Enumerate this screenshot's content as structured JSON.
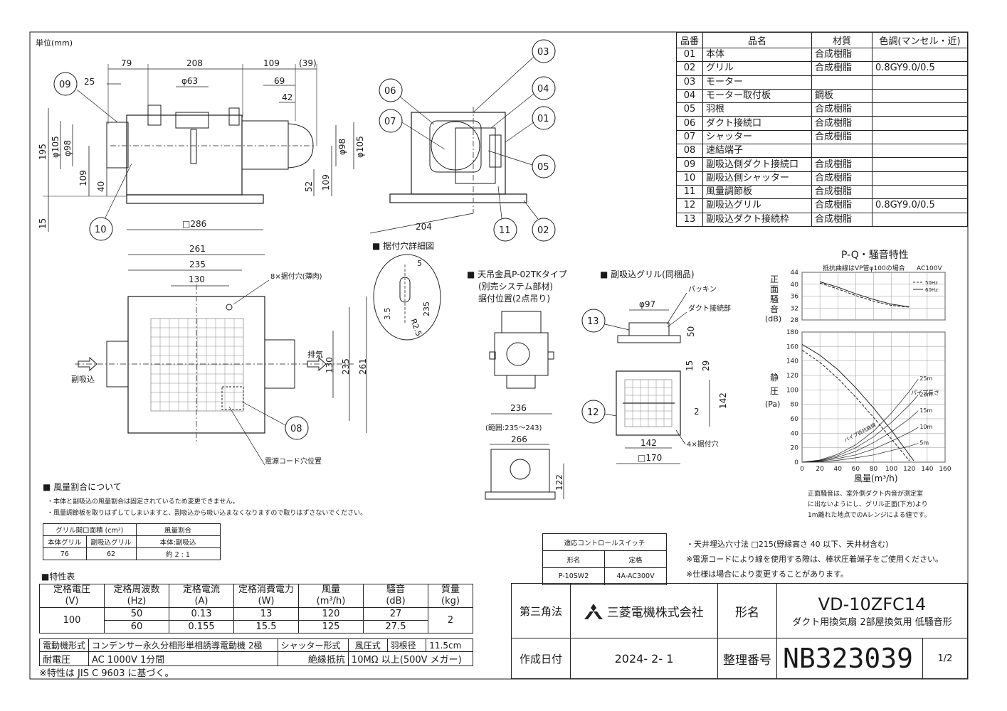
{
  "unit_label": "単位(mm)",
  "parts_table": {
    "headers": [
      "品番",
      "品名",
      "材質",
      "色調(マンセル・近)"
    ],
    "rows": [
      {
        "no": "01",
        "name": "本体",
        "material": "合成樹脂",
        "color": ""
      },
      {
        "no": "02",
        "name": "グリル",
        "material": "合成樹脂",
        "color": "0.8GY9.0/0.5"
      },
      {
        "no": "03",
        "name": "モーター",
        "material": "",
        "color": ""
      },
      {
        "no": "04",
        "name": "モーター取付板",
        "material": "鋼板",
        "color": ""
      },
      {
        "no": "05",
        "name": "羽根",
        "material": "合成樹脂",
        "color": ""
      },
      {
        "no": "06",
        "name": "ダクト接続口",
        "material": "合成樹脂",
        "color": ""
      },
      {
        "no": "07",
        "name": "シャッター",
        "material": "合成樹脂",
        "color": ""
      },
      {
        "no": "08",
        "name": "速結端子",
        "material": "",
        "color": ""
      },
      {
        "no": "09",
        "name": "副吸込側ダクト接続口",
        "material": "合成樹脂",
        "color": ""
      },
      {
        "no": "10",
        "name": "副吸込側シャッター",
        "material": "合成樹脂",
        "color": ""
      },
      {
        "no": "11",
        "name": "風量調節板",
        "material": "合成樹脂",
        "color": ""
      },
      {
        "no": "12",
        "name": "副吸込グリル",
        "material": "合成樹脂",
        "color": "0.8GY9.0/0.5"
      },
      {
        "no": "13",
        "name": "副吸込ダクト接続枠",
        "material": "合成樹脂",
        "color": ""
      }
    ]
  },
  "front_view": {
    "dims": {
      "d79": "79",
      "d208": "208",
      "d109": "109",
      "d39": "(39)",
      "d25": "25",
      "d63": "φ63",
      "d69": "69",
      "d42": "42",
      "d105l": "φ105",
      "d98l": "φ98",
      "d195": "195",
      "d109l": "109",
      "d40": "40",
      "d15": "15",
      "d286": "□286",
      "d98r": "φ98",
      "d105r": "φ105",
      "d52": "52",
      "d109r": "109"
    },
    "callouts": {
      "c09": "09",
      "c10": "10"
    }
  },
  "side_view": {
    "dims": {
      "d204": "204"
    },
    "callouts": {
      "c03": "03",
      "c04": "04",
      "c06": "06",
      "c07": "07",
      "c01": "01",
      "c05": "05",
      "c11": "11",
      "c02": "02"
    }
  },
  "bottom_view": {
    "dims": {
      "d261": "261",
      "d235": "235",
      "d130": "130",
      "d130v": "130",
      "d235v": "235",
      "d261v": "261"
    },
    "mount_holes": "8×据付穴(薄肉)",
    "exhaust": "排気",
    "sub_intake": "副吸込",
    "callout_08": "08",
    "cord_hole": "電源コード穴位置"
  },
  "hole_detail": {
    "title": "■ 据付穴詳細図",
    "dims": {
      "d5": "5",
      "d35": "3.5",
      "d235": "235",
      "r25": "R2.5"
    }
  },
  "hanger": {
    "title1": "■ 天吊金具P-02TKタイプ",
    "title2": "(別売システム部材)",
    "title3": "据付位置(2点吊り)",
    "d236": "236",
    "range": "(範囲:235～243)",
    "d266": "266",
    "d122": "122"
  },
  "sub_grille": {
    "title": "■ 副吸込グリル(同梱品)",
    "packing": "パッキン",
    "duct_part": "ダクト接続部",
    "d97": "φ97",
    "d50": "50",
    "d15": "15",
    "d29": "29",
    "d142v": "142",
    "d2": "2",
    "d142": "142",
    "d170": "□170",
    "holes": "4×据付穴",
    "c13": "13",
    "c12": "12"
  },
  "pq_chart": {
    "title": "P-Q・騒音特性",
    "note_top": "抵抗曲線はVP管φ100の場合",
    "ac": "AC100V",
    "legend_50": "50Hz",
    "legend_60": "60Hz",
    "noise_label": [
      "正",
      "面",
      "騒",
      "音"
    ],
    "noise_unit": "(dB)",
    "pressure_label": [
      "静",
      "圧"
    ],
    "pressure_unit": "(Pa)",
    "pipe_length": "パイプ長さ",
    "resistance_curve": "パイプ抵抗曲線",
    "xlabel": "風量(m³/h)",
    "notes": [
      "正面騒音は、室外側ダクト内音が測定室",
      "に出ないようにし、グリル正面(下方)より",
      "1m離れた地点でのAレンジによる値です。"
    ]
  },
  "chart_data": {
    "type": "line",
    "title": "P-Q・騒音特性",
    "xlabel": "風量(m³/h)",
    "xlim": [
      0,
      160
    ],
    "x_ticks": [
      "0",
      "20",
      "40",
      "60",
      "80",
      "100",
      "120",
      "140",
      "160"
    ],
    "pressure": {
      "ylabel": "静圧(Pa)",
      "ylim": [
        0,
        180
      ],
      "y_ticks": [
        "0",
        "20",
        "40",
        "60",
        "80",
        "100",
        "120",
        "140",
        "160",
        "180"
      ],
      "series": [
        {
          "name": "50Hz",
          "x": [
            0,
            20,
            40,
            60,
            80,
            100,
            120
          ],
          "y": [
            155,
            138,
            116,
            90,
            62,
            32,
            2
          ]
        },
        {
          "name": "60Hz",
          "x": [
            0,
            20,
            40,
            60,
            80,
            100,
            125
          ],
          "y": [
            163,
            148,
            128,
            103,
            75,
            44,
            2
          ]
        }
      ],
      "pipe_curves": {
        "labels": [
          "25m",
          "20m",
          "15m",
          "10m",
          "5m"
        ],
        "x": [
          0,
          20,
          40,
          60,
          80,
          100,
          120,
          130
        ],
        "y": [
          [
            0,
            3,
            11,
            24,
            43,
            68,
            98,
            115
          ],
          [
            0,
            2.4,
            9,
            20,
            35,
            55,
            79,
            93
          ],
          [
            0,
            1.8,
            7,
            15,
            27,
            42,
            60,
            71
          ],
          [
            0,
            1.2,
            5,
            10,
            18,
            29,
            41,
            48
          ],
          [
            0,
            0.6,
            2.6,
            6,
            10,
            16,
            22,
            26
          ]
        ]
      }
    },
    "noise": {
      "ylabel": "正面騒音(dB)",
      "ylim": [
        28,
        44
      ],
      "y_ticks": [
        "28",
        "32",
        "36",
        "40",
        "44"
      ],
      "series": [
        {
          "name": "50Hz",
          "x": [
            20,
            40,
            60,
            80,
            100,
            120
          ],
          "y": [
            40.4,
            38.4,
            36.2,
            34.3,
            32.9,
            32.3
          ]
        },
        {
          "name": "60Hz",
          "x": [
            20,
            40,
            60,
            80,
            100,
            120
          ],
          "y": [
            40.8,
            39.0,
            36.8,
            34.9,
            33.3,
            32.4
          ]
        }
      ]
    }
  },
  "airflow_ratio": {
    "title": "■ 風量割合について",
    "note1": "・本体と副吸込の風量割合は固定されているため変更できません。",
    "note2": "・風量調節板を取りはずしてしまいますと、副吸込から吸い込まなくなりますので取りはずさないでください。",
    "header_area": "グリル開口面積 (cm²)",
    "header_ratio": "風量割合",
    "sub_main": "本体グリル",
    "sub_sub": "副吸込グリル",
    "sub_ratio": "本体:副吸込",
    "val_main": "76",
    "val_sub": "62",
    "val_ratio": "約 2 : 1"
  },
  "spec": {
    "title": "■特性表",
    "headers": [
      [
        "定格電圧",
        "(V)"
      ],
      [
        "定格周波数",
        "(Hz)"
      ],
      [
        "定格電流",
        "(A)"
      ],
      [
        "定格消費電力",
        "(W)"
      ],
      [
        "風量",
        "(m³/h)"
      ],
      [
        "騒音",
        "(dB)"
      ],
      [
        "質量",
        "(kg)"
      ]
    ],
    "voltage": "100",
    "mass": "2",
    "rows": [
      {
        "hz": "50",
        "a": "0.13",
        "w": "13",
        "flow": "120",
        "db": "27"
      },
      {
        "hz": "60",
        "a": "0.155",
        "w": "15.5",
        "flow": "125",
        "db": "27.5"
      }
    ],
    "motor_label": "電動機形式",
    "motor_value": "コンデンサー永久分相形単相誘導電動機 2極",
    "shutter_label": "シャッター形式",
    "shutter_value": "風圧式",
    "blade_label": "羽根径",
    "blade_value": "11.5cm",
    "withstand_label": "耐電圧",
    "withstand_value": "AC 1000V 1分間",
    "insulation_label": "絶縁抵抗",
    "insulation_value": "10MΩ 以上(500V メガー)",
    "footnote": "※特性は JIS C 9603 に基づく。"
  },
  "control_switch": {
    "title": "適応コントロールスイッチ",
    "h_model": "形名",
    "h_rating": "定格",
    "model": "P-10SW2",
    "rating": "4A-AC300V"
  },
  "notes_right": [
    "・天井埋込穴寸法 □215(野縁高さ 40 以下、天井材含む)",
    "※電源コードにより線を使用する際は、棒状圧着端子をご使用ください。",
    "※仕様は場合により変更することがあります。"
  ],
  "title_block": {
    "projection": "第三角法",
    "company": "三菱電機株式会社",
    "model_label": "形名",
    "model": "VD-10ZFC14",
    "description": "ダクト用換気扇 2部屋換気用 低騒音形",
    "date_label": "作成日付",
    "date": "2024- 2- 1",
    "number_label": "整理番号",
    "number": "NB323039",
    "page": "1/2"
  }
}
